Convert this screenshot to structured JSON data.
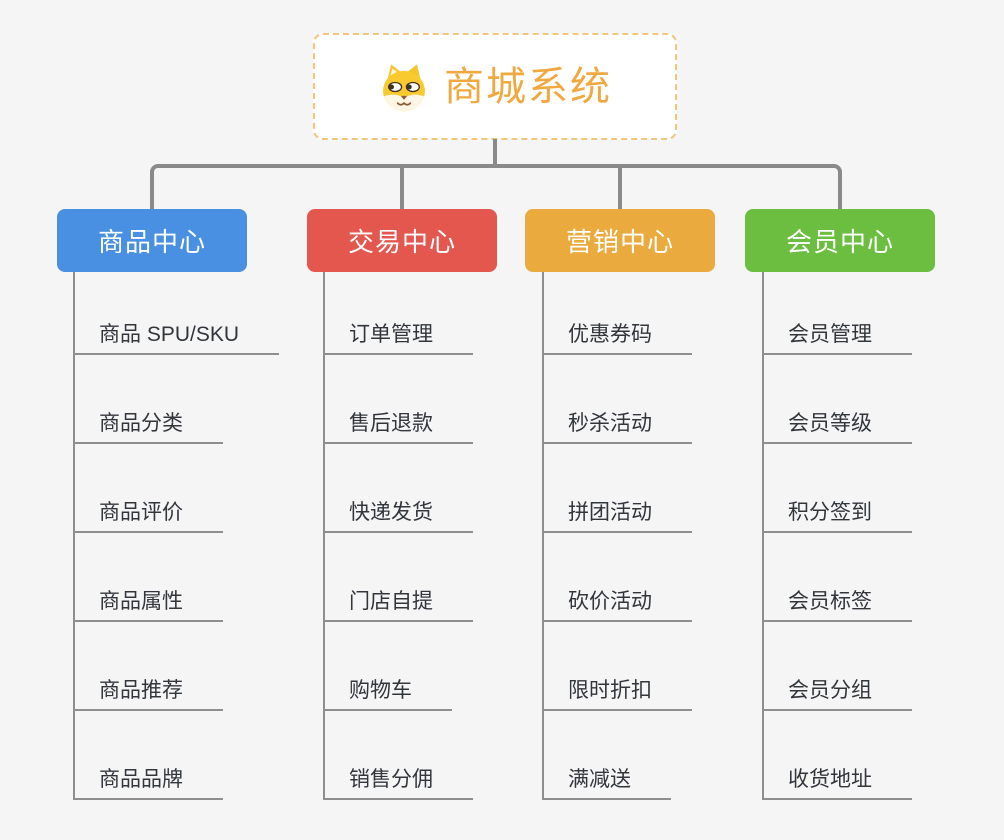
{
  "root": {
    "title": "商城系统",
    "icon": "shiba-dog-icon",
    "accent_color": "#f0a840",
    "border_color": "#f3c57c"
  },
  "connector_color": "#8a8a8a",
  "background_color": "#f5f5f6",
  "branches": [
    {
      "label": "商品中心",
      "color": "#4a90e2",
      "items": [
        "商品 SPU/SKU",
        "商品分类",
        "商品评价",
        "商品属性",
        "商品推荐",
        "商品品牌"
      ]
    },
    {
      "label": "交易中心",
      "color": "#e4574f",
      "items": [
        "订单管理",
        "售后退款",
        "快递发货",
        "门店自提",
        "购物车",
        "销售分佣"
      ]
    },
    {
      "label": "营销中心",
      "color": "#ebaa3e",
      "items": [
        "优惠券码",
        "秒杀活动",
        "拼团活动",
        "砍价活动",
        "限时折扣",
        "满减送"
      ]
    },
    {
      "label": "会员中心",
      "color": "#6bbe3f",
      "items": [
        "会员管理",
        "会员等级",
        "积分签到",
        "会员标签",
        "会员分组",
        "收货地址"
      ]
    }
  ]
}
